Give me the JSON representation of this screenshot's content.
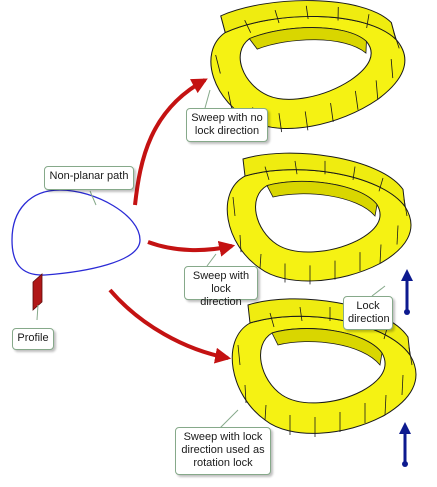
{
  "labels": {
    "non_planar_path": "Non-planar path",
    "profile": "Profile",
    "sweep_no_lock": "Sweep with no\nlock direction",
    "sweep_lock": "Sweep with\nlock direction",
    "lock_direction": "Lock\ndirection",
    "sweep_rotation_lock": "Sweep with lock\ndirection used as\nrotation lock"
  },
  "colors": {
    "path": "#2b2bd6",
    "profile": "#b01818",
    "arrow": "#c41212",
    "solid_fill": "#f5f213",
    "solid_shade": "#d9d600",
    "solid_edge": "#1a1a1a",
    "lock_arrow": "#0d1a8f",
    "callout_border": "#86a98a"
  },
  "icons": [
    "curved-arrow",
    "lock-direction-arrow"
  ]
}
